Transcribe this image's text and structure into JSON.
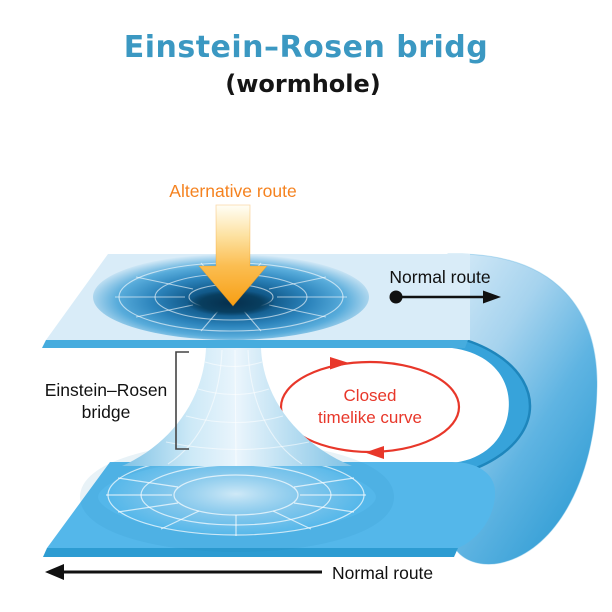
{
  "title": {
    "text": "Einstein–Rosen bridg",
    "subtitle": "(wormhole)",
    "color": "#3B98C2",
    "subtitle_color": "#151515"
  },
  "annotations": {
    "alternative_route": {
      "label": "Alternative route",
      "color": "#F5821F",
      "icon": "down-arrow-icon"
    },
    "normal_route_top": {
      "label": "Normal route",
      "color": "#111111",
      "icon": "dot-and-right-arrow-icon"
    },
    "normal_route_bottom": {
      "label": "Normal route",
      "color": "#111111",
      "icon": "left-arrow-icon"
    },
    "einstein_rosen_bridge": {
      "label_line1": "Einstein–Rosen",
      "label_line2": "bridge",
      "color": "#111111",
      "icon": "bracket-icon"
    },
    "closed_timelike_curve": {
      "label_line1": "Closed",
      "label_line2": "timelike curve",
      "color": "#E8372A",
      "icon": "loop-arrows-icon"
    }
  },
  "diagram_colors": {
    "sheet_top": "#D9ECF8",
    "sheet_top_edge": "#46ACDE",
    "sheet_bottom": "#54B7EA",
    "sheet_bottom_edge": "#2D9CD2",
    "funnel_dark": "#083F66",
    "curl_inner": "#37A3DA",
    "curl_edge_line": "#1E86BC",
    "grid_line": "#FFFFFF",
    "arrow_orange": "#F79E13"
  }
}
